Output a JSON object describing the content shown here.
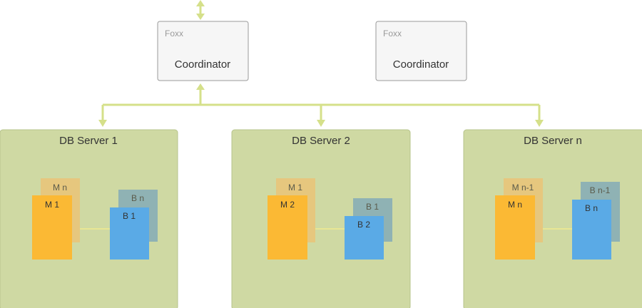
{
  "colors": {
    "connector": "#d5e08a",
    "coordinator_fill": "#f6f6f6",
    "coordinator_border": "#9a9a9a",
    "server_fill": "#cfd9a3",
    "server_border": "#b7c48c",
    "master_fill": "#fbb934",
    "master_back_fill": "#e6c77e",
    "replica_fill": "#5aaae6",
    "replica_back_fill": "#8fb2b4",
    "link": "#f1ea8e",
    "text": "#333333",
    "muted_text": "#9a9a9a"
  },
  "coordinators": [
    {
      "tag": "Foxx",
      "label": "Coordinator"
    },
    {
      "tag": "Foxx",
      "label": "Coordinator"
    }
  ],
  "servers": [
    {
      "title": "DB Server 1",
      "master_back": "M n",
      "master_front": "M 1",
      "replica_back": "B n",
      "replica_front": "B 1"
    },
    {
      "title": "DB Server 2",
      "master_back": "M 1",
      "master_front": "M 2",
      "replica_back": "B 1",
      "replica_front": "B 2"
    },
    {
      "title": "DB Server n",
      "master_back": "M n-1",
      "master_front": "M n",
      "replica_back": "B n-1",
      "replica_front": "B n"
    }
  ]
}
